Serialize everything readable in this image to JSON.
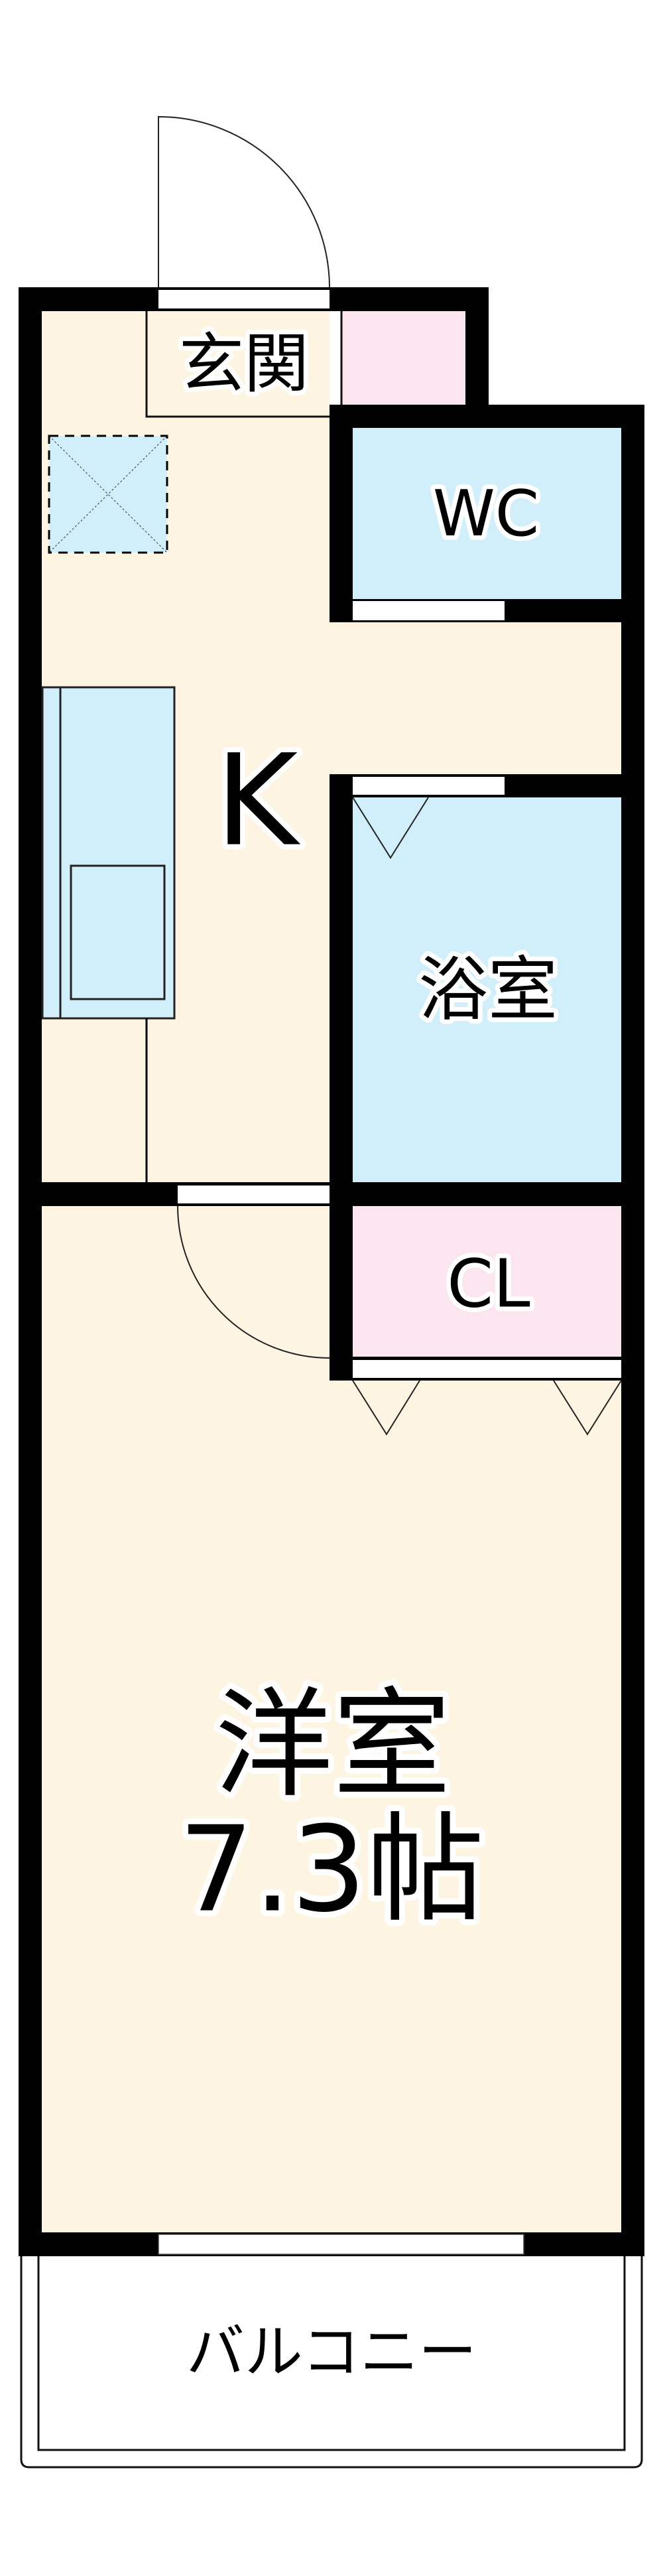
{
  "floor_plan": {
    "colors": {
      "wall": "#000000",
      "floor_cream": "#FDF5E2",
      "wet_area_blue": "#D1EEFB",
      "storage_pink": "#FBE6EF",
      "opening_white": "#FFFFFF"
    },
    "rooms": {
      "entrance": {
        "label": "玄関"
      },
      "kitchen": {
        "label": "K"
      },
      "toilet": {
        "label": "WC"
      },
      "bathroom": {
        "label": "浴室"
      },
      "closet": {
        "label": "CL"
      },
      "western_room": {
        "label_line1": "洋室",
        "label_line2": "7.3帖"
      },
      "balcony": {
        "label": "バルコニー"
      }
    },
    "fixtures": [
      "entry-door-swing",
      "shoe-storage",
      "washing-machine-space",
      "kitchen-counter",
      "kitchen-sink",
      "wc-sliding-door",
      "bath-folding-door",
      "room-door-swing",
      "closet-folding-doors",
      "balcony-window"
    ]
  }
}
